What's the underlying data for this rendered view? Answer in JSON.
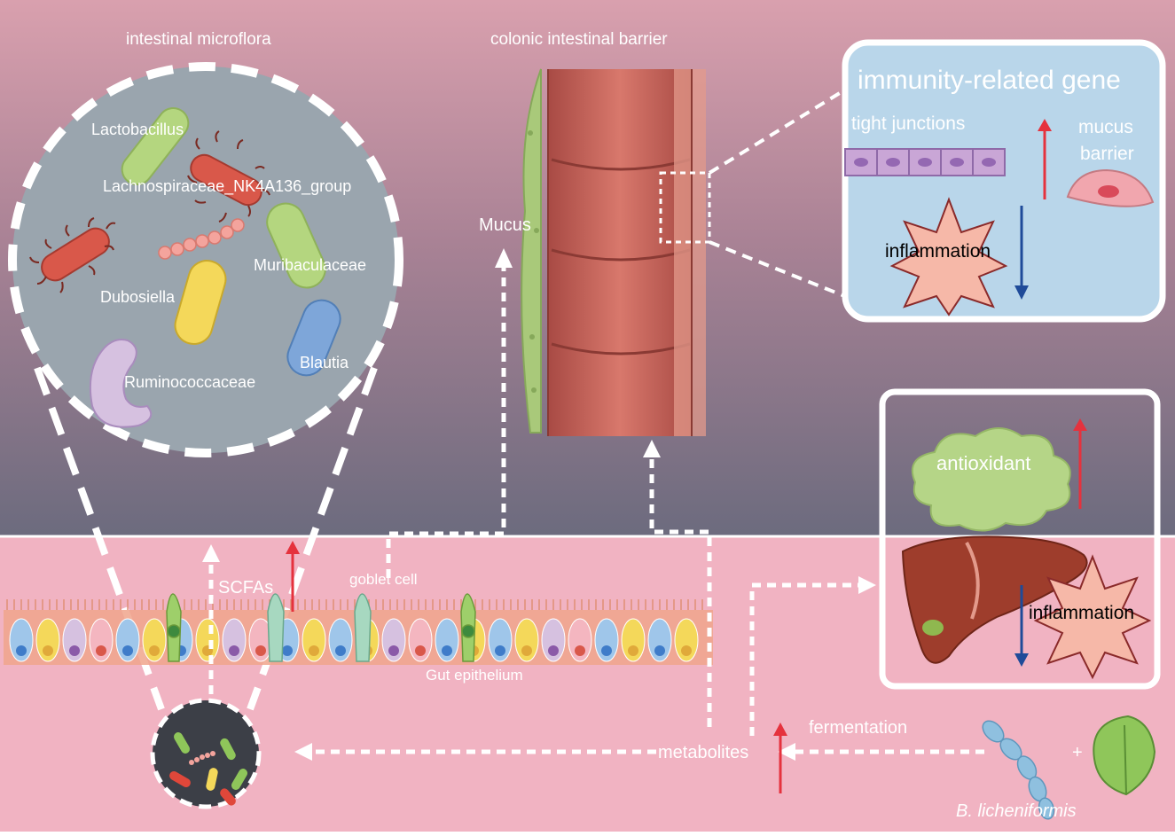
{
  "headings": {
    "microflora": "intestinal microflora",
    "barrier": "colonic intestinal barrier"
  },
  "bacteria": {
    "lactobacillus": "Lactobacillus",
    "lachnospiraceae": "Lachnospiraceae_NK4A136_group",
    "muribaculaceae": "Muribaculaceae",
    "dubosiella": "Dubosiella",
    "blautia": "Blautia",
    "ruminococcaceae": "Ruminococcaceae"
  },
  "gene_panel": {
    "title": "immunity-related gene",
    "tight_junctions": "tight junctions",
    "mucus_line1": "mucus",
    "mucus_line2": "barrier",
    "inflammation": "inflammation"
  },
  "liver_panel": {
    "antioxidant": "antioxidant",
    "inflammation": "inflammation"
  },
  "labels": {
    "mucus": "Mucus",
    "scfas": "SCFAs",
    "goblet_cell": "goblet cell",
    "gut_epithelium": "Gut epithelium",
    "fermentation": "fermentation",
    "metabolites": "metabolites",
    "plus": "+",
    "species": "B. licheniformis"
  },
  "colors": {
    "bg_top": "#d79fae",
    "bg_bottom": "#6f6d80",
    "lower_band": "#f1b3c2",
    "up_arrow": "#e5323d",
    "down_arrow": "#1f4b99",
    "gene_panel_fill": "#b9d6ea",
    "cloud": "#b5d587",
    "star": "#f6b8a8",
    "colon": "#c4645b"
  }
}
